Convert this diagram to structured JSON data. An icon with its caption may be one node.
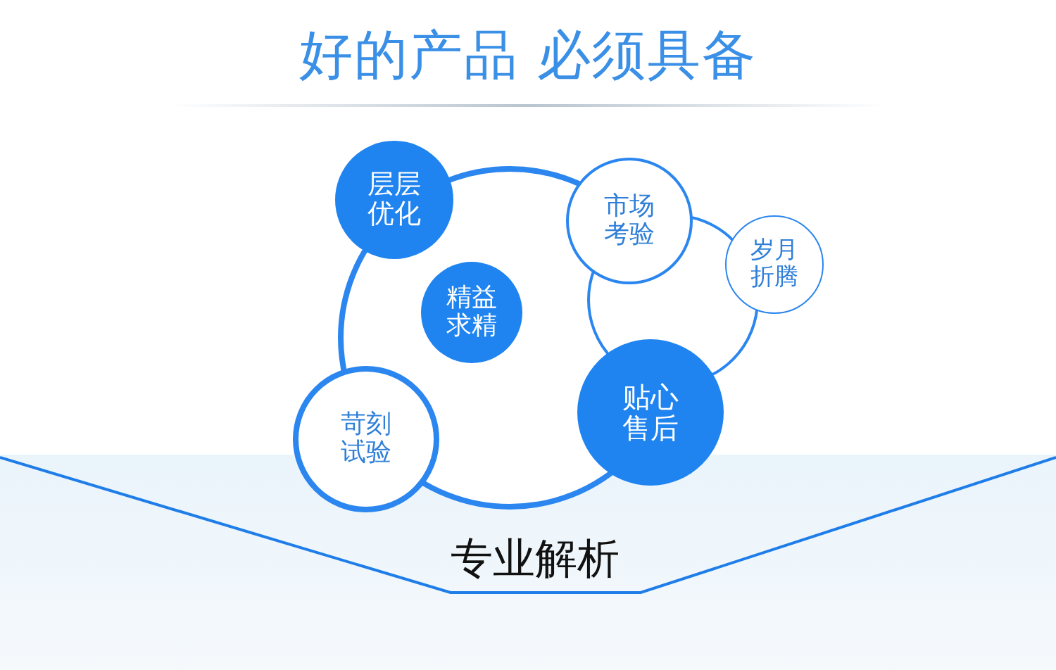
{
  "diagram": {
    "title": "好的产品 必须具备",
    "nodes": [
      {
        "text": [
          "层层优化"
        ]
      },
      {
        "text": [
          "市场考验"
        ]
      },
      {
        "text": [
          "岁月折腾"
        ]
      },
      {
        "text": [
          "精益求精"
        ]
      },
      {
        "text": [
          "贴心售后"
        ]
      },
      {
        "text": [
          "苛刻试验"
        ]
      }
    ],
    "labels": [
      "专业解析"
    ]
  }
}
